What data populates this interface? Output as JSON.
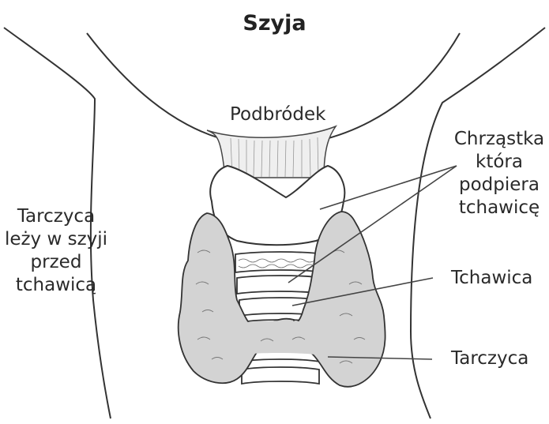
{
  "title": "Szyja",
  "labels": {
    "chin": "Podbródek",
    "cartilage": [
      "Chrząstka",
      "która",
      "podpiera",
      "tchawicę"
    ],
    "trachea": "Tchawica",
    "thyroid": "Tarczyca",
    "thyroid_note": [
      "Tarczyca",
      "leży w szyji",
      "przed",
      "tchawicą"
    ]
  },
  "colors": {
    "outline": "#333333",
    "tissue": "#d6d6d6",
    "line": "#444444"
  }
}
